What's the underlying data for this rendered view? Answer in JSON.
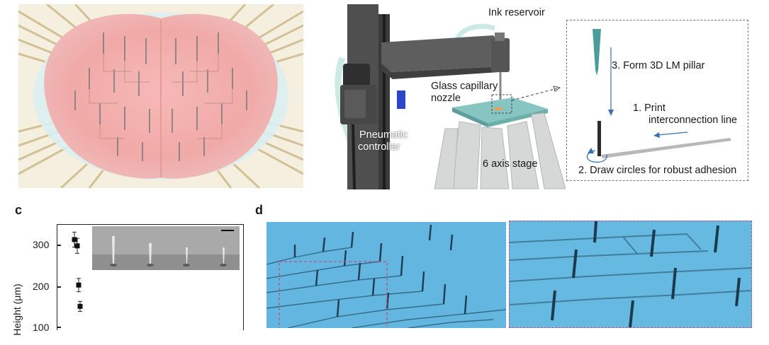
{
  "panel_b": {
    "ink_reservoir": "Ink reservoir",
    "glass_capillary": "Glass capillary",
    "nozzle": "nozzle",
    "pneumatic": "Pneumatic",
    "controller": "controller",
    "six_axis": "6 axis stage"
  },
  "inset": {
    "step3": "3. Form 3D LM pillar",
    "step1_a": "1. Print",
    "step1_b": "interconnection line",
    "step2": "2. Draw circles for robust adhesion"
  },
  "panel_c": {
    "letter": "c",
    "ylabel": "Height (μm)",
    "yticks": [
      "300",
      "200",
      "100"
    ],
    "points": [
      {
        "y": 312,
        "err": 18
      },
      {
        "y": 297,
        "err": 18
      },
      {
        "y": 203,
        "err": 16
      },
      {
        "y": 152,
        "err": 12
      }
    ]
  },
  "panel_d": {
    "letter": "d"
  },
  "colors": {
    "magenta_dash": "#c44b84",
    "teal_nozzle": "#4c9d9a",
    "blue_arrow": "#3a6fb0",
    "water_blue": "#5fb4de"
  }
}
